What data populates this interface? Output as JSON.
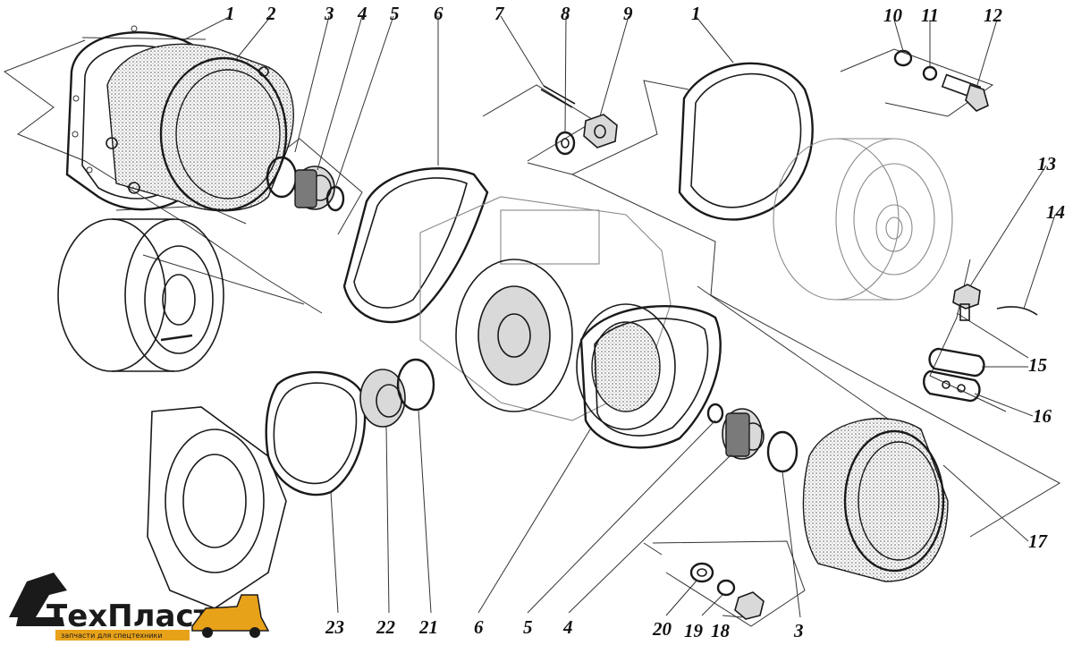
{
  "diagram": {
    "labels": [
      {
        "id": "top-1-left",
        "text": "1"
      },
      {
        "id": "top-2",
        "text": "2"
      },
      {
        "id": "top-3",
        "text": "3"
      },
      {
        "id": "top-4",
        "text": "4"
      },
      {
        "id": "top-5",
        "text": "5"
      },
      {
        "id": "top-6",
        "text": "6"
      },
      {
        "id": "top-7",
        "text": "7"
      },
      {
        "id": "top-8",
        "text": "8"
      },
      {
        "id": "top-9",
        "text": "9"
      },
      {
        "id": "top-1-right",
        "text": "1"
      },
      {
        "id": "top-10",
        "text": "10"
      },
      {
        "id": "top-11",
        "text": "11"
      },
      {
        "id": "top-12",
        "text": "12"
      },
      {
        "id": "right-13",
        "text": "13"
      },
      {
        "id": "right-14",
        "text": "14"
      },
      {
        "id": "right-15",
        "text": "15"
      },
      {
        "id": "right-16",
        "text": "16"
      },
      {
        "id": "right-17",
        "text": "17"
      },
      {
        "id": "bottom-23",
        "text": "23"
      },
      {
        "id": "bottom-22",
        "text": "22"
      },
      {
        "id": "bottom-21",
        "text": "21"
      },
      {
        "id": "bottom-6",
        "text": "6"
      },
      {
        "id": "bottom-5",
        "text": "5"
      },
      {
        "id": "bottom-4",
        "text": "4"
      },
      {
        "id": "bottom-20",
        "text": "20"
      },
      {
        "id": "bottom-19",
        "text": "19"
      },
      {
        "id": "bottom-18",
        "text": "18"
      },
      {
        "id": "bottom-3",
        "text": "3"
      }
    ]
  },
  "logo": {
    "name": "ТехПласт",
    "tagline": "запчасти для спецтехники",
    "colors": {
      "brand": "#e8a21a",
      "dark": "#1a1a1a"
    }
  }
}
